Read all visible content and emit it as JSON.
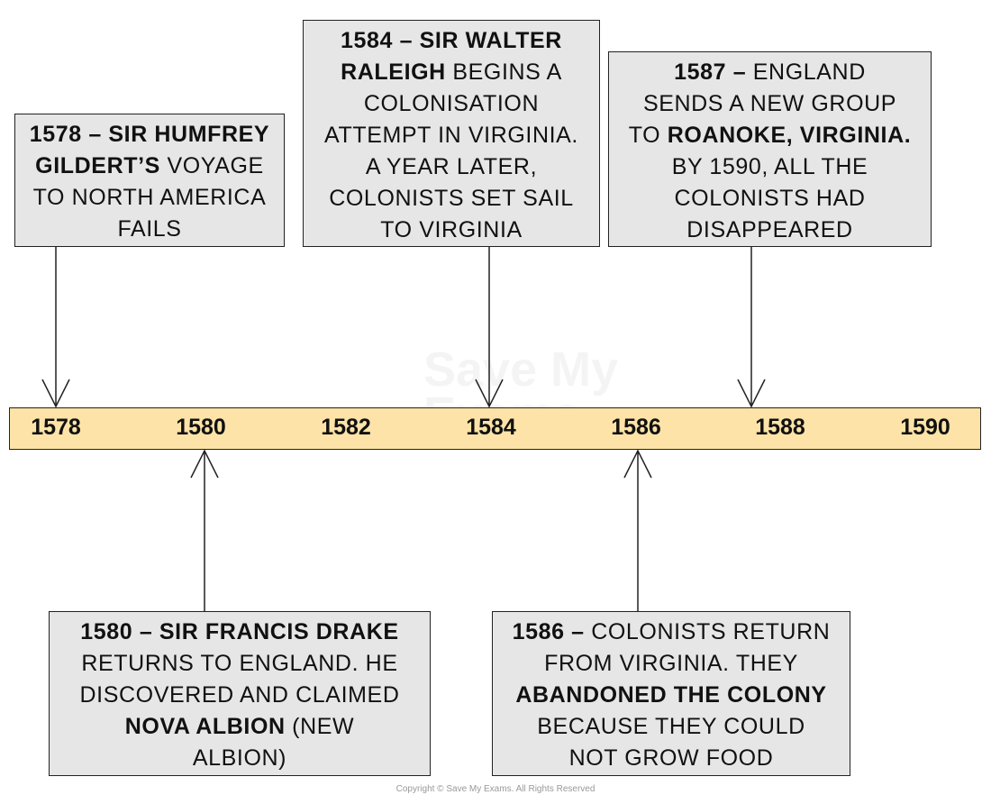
{
  "colors": {
    "box": "#e6e6e6",
    "bar": "#fde3a7",
    "line": "#222222"
  },
  "watermark": "Save My Exams",
  "timeline": {
    "ticks": [
      "1578",
      "1580",
      "1582",
      "1584",
      "1586",
      "1588",
      "1590"
    ]
  },
  "events": [
    {
      "year": "1578",
      "position": "above",
      "lines": [
        [
          {
            "t": "1578 – SIR HUMFREY",
            "b": true
          }
        ],
        [
          {
            "t": "GILDERT’S",
            "b": true
          },
          {
            "t": " VOYAGE",
            "b": false
          }
        ],
        [
          {
            "t": "TO NORTH AMERICA",
            "b": false
          }
        ],
        [
          {
            "t": "FAILS",
            "b": false
          }
        ]
      ]
    },
    {
      "year": "1584",
      "position": "above",
      "lines": [
        [
          {
            "t": "1584 – SIR WALTER",
            "b": true
          }
        ],
        [
          {
            "t": "RALEIGH",
            "b": true
          },
          {
            "t": " BEGINS A",
            "b": false
          }
        ],
        [
          {
            "t": "COLONISATION",
            "b": false
          }
        ],
        [
          {
            "t": "ATTEMPT IN VIRGINIA.",
            "b": false
          }
        ],
        [
          {
            "t": "A YEAR LATER,",
            "b": false
          }
        ],
        [
          {
            "t": "COLONISTS SET SAIL",
            "b": false
          }
        ],
        [
          {
            "t": "TO VIRGINIA",
            "b": false
          }
        ]
      ]
    },
    {
      "year": "1587",
      "position": "above",
      "lines": [
        [
          {
            "t": "1587 –",
            "b": true
          },
          {
            "t": " ENGLAND",
            "b": false
          }
        ],
        [
          {
            "t": "SENDS A NEW GROUP",
            "b": false
          }
        ],
        [
          {
            "t": "TO ",
            "b": false
          },
          {
            "t": "ROANOKE, VIRGINIA.",
            "b": true
          }
        ],
        [
          {
            "t": "BY 1590, ALL THE",
            "b": false
          }
        ],
        [
          {
            "t": "COLONISTS HAD",
            "b": false
          }
        ],
        [
          {
            "t": "DISAPPEARED",
            "b": false
          }
        ]
      ]
    },
    {
      "year": "1580",
      "position": "below",
      "lines": [
        [
          {
            "t": "1580 – SIR FRANCIS DRAKE",
            "b": true
          }
        ],
        [
          {
            "t": "RETURNS TO ENGLAND. HE",
            "b": false
          }
        ],
        [
          {
            "t": "DISCOVERED AND CLAIMED",
            "b": false
          }
        ],
        [
          {
            "t": "NOVA ALBION",
            "b": true
          },
          {
            "t": " (NEW",
            "b": false
          }
        ],
        [
          {
            "t": "ALBION)",
            "b": false
          }
        ]
      ]
    },
    {
      "year": "1586",
      "position": "below",
      "lines": [
        [
          {
            "t": "1586 –",
            "b": true
          },
          {
            "t": " COLONISTS RETURN",
            "b": false
          }
        ],
        [
          {
            "t": "FROM VIRGINIA. THEY",
            "b": false
          }
        ],
        [
          {
            "t": "ABANDONED THE COLONY",
            "b": true
          }
        ],
        [
          {
            "t": "BECAUSE THEY COULD",
            "b": false
          }
        ],
        [
          {
            "t": "NOT GROW FOOD",
            "b": false
          }
        ]
      ]
    }
  ],
  "copyright": "Copyright © Save My Exams. All Rights Reserved"
}
